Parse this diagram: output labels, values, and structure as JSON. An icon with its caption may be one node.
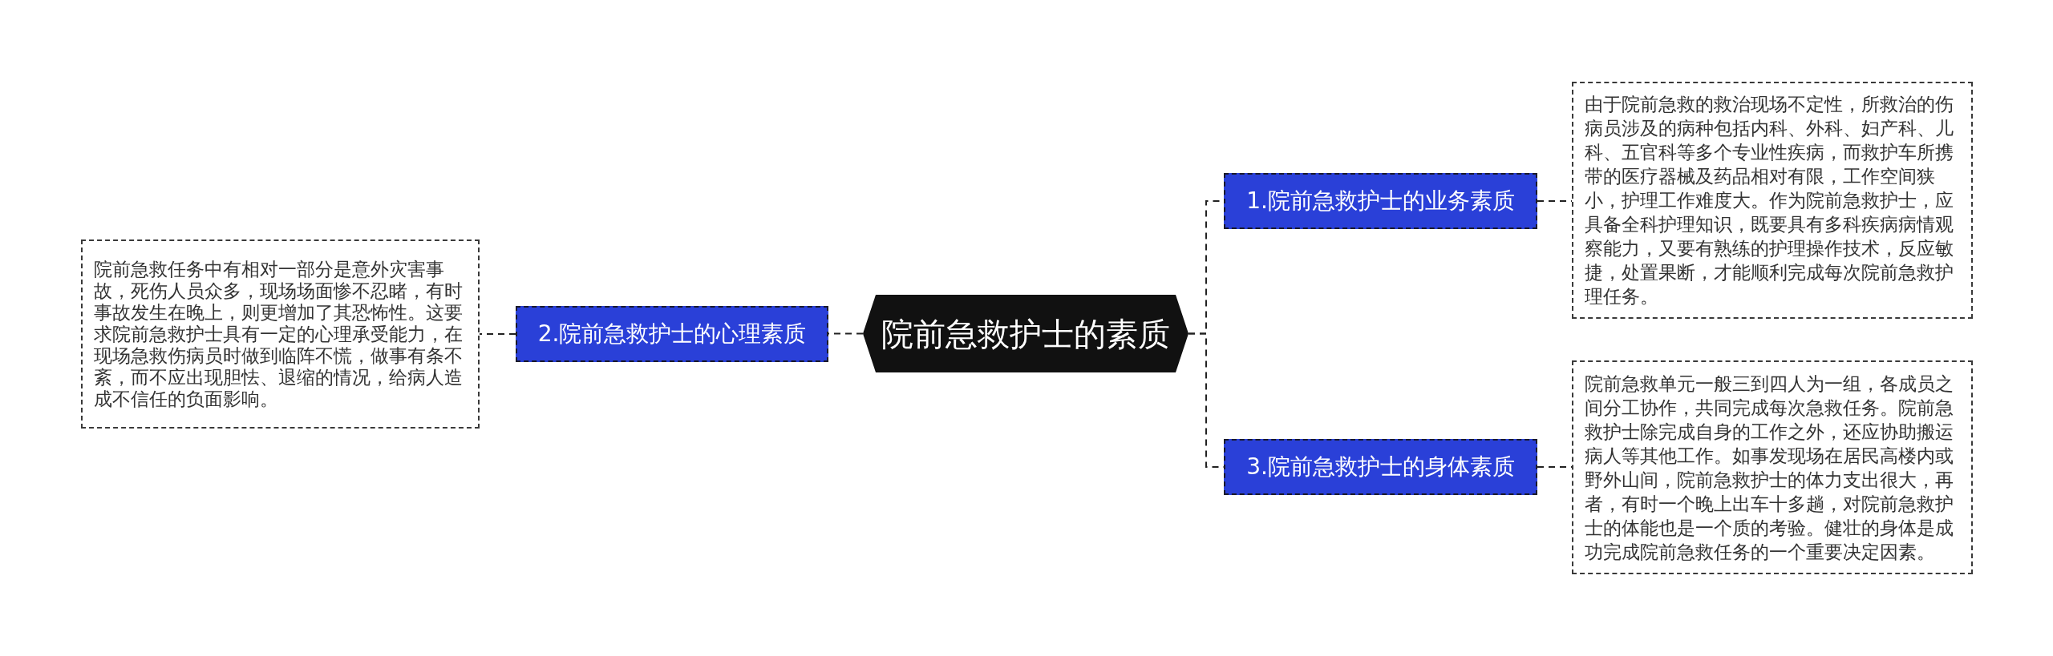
{
  "diagram": {
    "nodes": [
      {
        "text": [
          "院前急救护士的素质"
        ]
      },
      {
        "text": [
          "1.院前急救护士的业务素质"
        ]
      },
      {
        "text": [
          "由于院前急救的救治现场不定性，所救治的伤病员涉及的病种包括内科、外科、妇产科、儿科、五官科等多个专业性疾病，而救护车所携带的医疗器械及药品相对有限，工作空间狭小，护理工作难度大。作为院前急救护士，应具备全科护理知识，既要具有多科疾病病情观察能力，又要有熟练的护理操作技术，反应敏捷，处置果断，才能顺利完成每次院前急救护理任务。"
        ]
      },
      {
        "text": [
          "2.院前急救护士的心理素质"
        ]
      },
      {
        "text": [
          "院前急救任务中有相对一部分是意外灾害事故，死伤人员众多，现场场面惨不忍睹，有时事故发生在晚上，则更增加了其恐怖性。这要求院前急救护士具有一定的心理承受能力，在现场急救伤病员时做到临阵不慌，做事有条不紊，而不应出现胆怯、退缩的情况，给病人造成不信任的负面影响。"
        ]
      },
      {
        "text": [
          "3.院前急救护士的身体素质"
        ]
      },
      {
        "text": [
          "院前急救单元一般三到四人为一组，各成员之间分工协作，共同完成每次急救任务。院前急救护士除完成自身的工作之外，还应协助搬运病人等其他工作。如事发现场在居民高楼内或野外山间，院前急救护士的体力支出很大，再者，有时一个晚上出车十多趟，对院前急救护士的体能也是一个质的考验。健壮的身体是成功完成院前急救任务的一个重要决定因素。"
        ]
      }
    ],
    "edges": [
      {
        "from": 0,
        "to": 1,
        "arrow": "none",
        "style": "dashed"
      },
      {
        "from": 1,
        "to": 2,
        "arrow": "none",
        "style": "dashed"
      },
      {
        "from": 0,
        "to": 3,
        "arrow": "none",
        "style": "dashed"
      },
      {
        "from": 3,
        "to": 4,
        "arrow": "none",
        "style": "dashed"
      },
      {
        "from": 0,
        "to": 5,
        "arrow": "none",
        "style": "dashed"
      },
      {
        "from": 5,
        "to": 6,
        "arrow": "none",
        "style": "dashed"
      }
    ]
  }
}
